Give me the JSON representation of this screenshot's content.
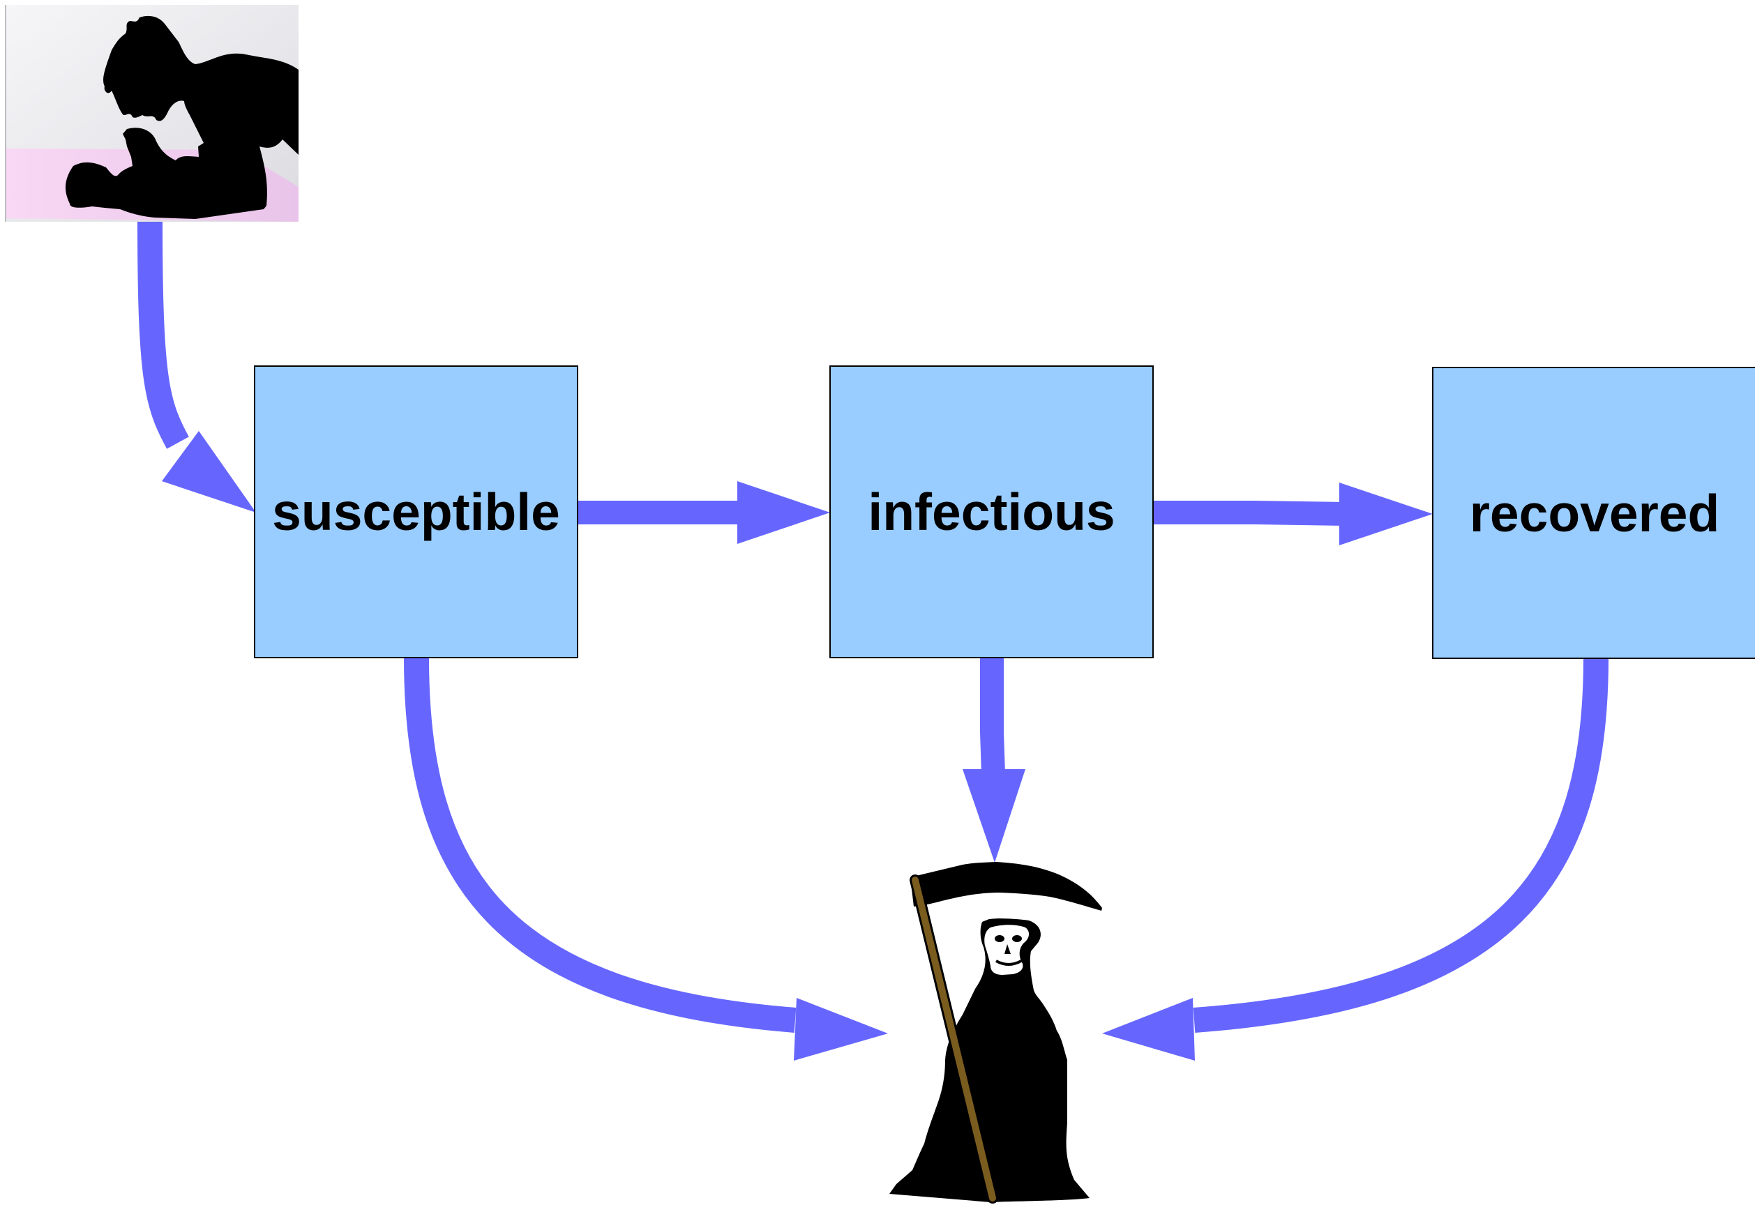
{
  "diagram": {
    "nodes": {
      "susceptible": {
        "label": "susceptible"
      },
      "infectious": {
        "label": "infectious"
      },
      "recovered": {
        "label": "recovered"
      }
    },
    "icons": {
      "birth": "mother-with-baby-silhouette-icon",
      "death": "grim-reaper-icon"
    },
    "edges": [
      {
        "from": "birth",
        "to": "susceptible"
      },
      {
        "from": "susceptible",
        "to": "infectious"
      },
      {
        "from": "infectious",
        "to": "recovered"
      },
      {
        "from": "susceptible",
        "to": "death"
      },
      {
        "from": "infectious",
        "to": "death"
      },
      {
        "from": "recovered",
        "to": "death"
      }
    ]
  },
  "colors": {
    "box_fill": "#99ccff",
    "box_stroke": "#000000",
    "arrow": "#6666ff",
    "text": "#000000",
    "scythe_handle": "#7a5c1e"
  }
}
